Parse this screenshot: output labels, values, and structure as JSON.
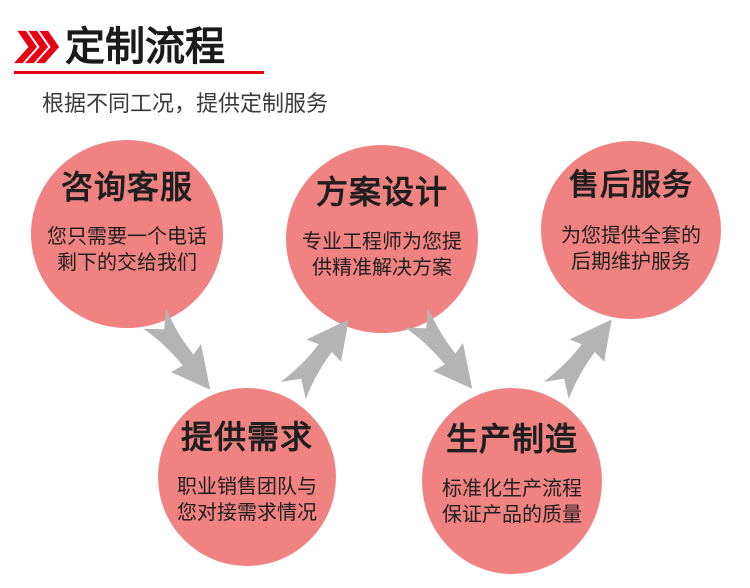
{
  "theme": {
    "accent_red": "#e60012",
    "circle_pink": "#f08282",
    "arrow_gray": "#b4b4b4",
    "title_color": "#1a1a1a",
    "subtitle_color": "#3a3a3a",
    "circle_text_color": "#1f1f1f"
  },
  "header": {
    "chevrons_icon": "triple-chevron-right-icon",
    "title": "定制流程",
    "subtitle": "根据不同工况，提供定制服务"
  },
  "flow": {
    "steps": [
      {
        "title": "咨询客服",
        "line1": "您只需要一个电话",
        "line2": "剩下的交给我们"
      },
      {
        "title": "提供需求",
        "line1": "职业销售团队与",
        "line2": "您对接需求情况"
      },
      {
        "title": "方案设计",
        "line1": "专业工程师为您提",
        "line2": "供精准解决方案"
      },
      {
        "title": "生产制造",
        "line1": "标准化生产流程",
        "line2": "保证产品的质量"
      },
      {
        "title": "售后服务",
        "line1": "为您提供全套的",
        "line2": "后期维护服务"
      }
    ],
    "arrows": [
      {
        "direction": "down-right"
      },
      {
        "direction": "up-right"
      },
      {
        "direction": "down-right"
      },
      {
        "direction": "up-right"
      }
    ]
  }
}
